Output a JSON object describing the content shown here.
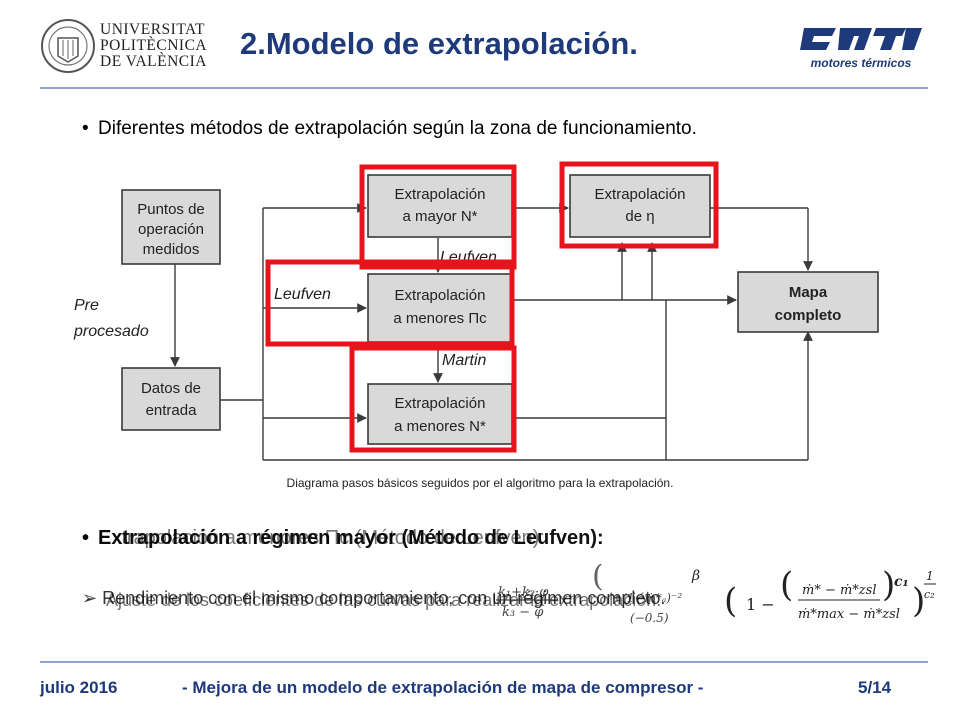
{
  "header": {
    "university": [
      "UNIVERSITAT",
      "POLITÈCNICA",
      "DE VALÈNCIA"
    ],
    "title": "2.Modelo de extrapolación.",
    "cmt_subtitle": "motores térmicos"
  },
  "content": {
    "bullet": "Diferentes métodos de extrapolación según la zona de funcionamiento."
  },
  "diagram": {
    "nodes": {
      "puntos": [
        "Puntos de",
        "operación",
        "medidos"
      ],
      "datos": [
        "Datos de",
        "entrada"
      ],
      "mayor": [
        "Extrapolación",
        "a mayor N*"
      ],
      "menores_pi": [
        "Extrapolación",
        "a menores Πc"
      ],
      "menores_n": [
        "Extrapolación",
        "a menores N*"
      ],
      "eta": [
        "Extrapolación",
        "de η"
      ],
      "mapa": [
        "Mapa",
        "completo"
      ]
    },
    "labels": {
      "preprocesado": [
        "Pre",
        "procesado"
      ],
      "leufven_top": "Leufven",
      "leufven_left": "Leufven",
      "martin": "Martin"
    },
    "caption": "Diagrama pasos básicos seguidos por el algoritmo para la extrapolación.",
    "colors": {
      "highlight": "#e8141b",
      "box_fill": "#d9d9d9",
      "box_stroke": "#3a3a3a",
      "line": "#3a3a3a"
    }
  },
  "overlay": {
    "bullet_bold": "Extrapolación a régimen mayor (Método de Leufven):",
    "bullet_ghost": "Extrapolación a menores Πc (Método de Leufven):",
    "arrow_text": "Rendimiento con el mismo comportamiento, con un régimen completo.",
    "arrow_ghost": "Ajuste de los coeficientes de las curvas para realizar la extrapolación."
  },
  "footer": {
    "date": "julio 2016",
    "title": "- Mejora de un modelo de extrapolación de mapa de compresor -",
    "page": "5/14"
  }
}
